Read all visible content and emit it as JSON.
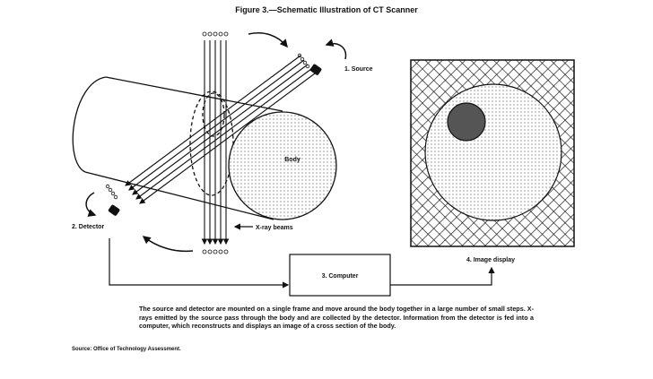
{
  "title": "Figure 3.—Schematic Illustration of CT Scanner",
  "labels": {
    "source": "1. Source",
    "detector": "2. Detector",
    "computer": "3. Computer",
    "image_display": "4. Image display",
    "body": "Body",
    "xray_beams": "X-ray beams"
  },
  "caption": "The source and detector are mounted on a single frame and move around the body together in a large number of small steps. X-rays emitted by the source pass through the body and are collected by the detector. Information from the detector is fed into a computer, which reconstructs and displays an image of a cross section of the body.",
  "source_note": "Source: Office of Technology Assessment."
}
